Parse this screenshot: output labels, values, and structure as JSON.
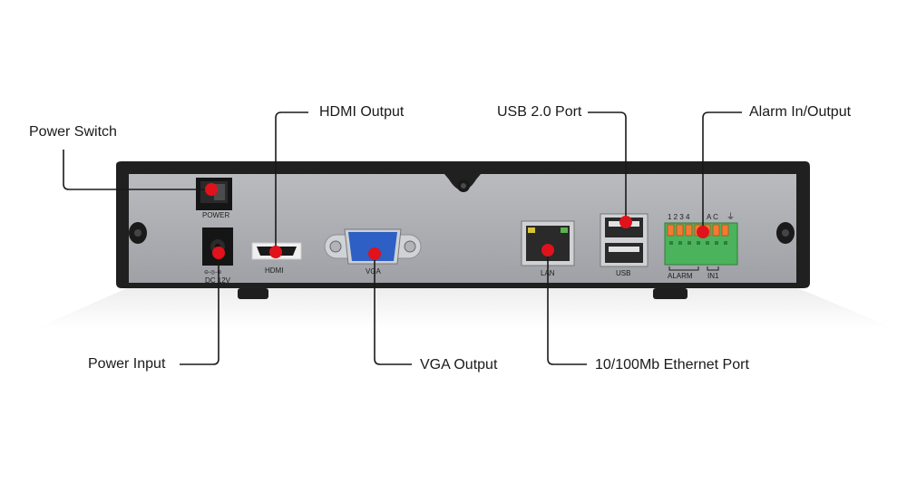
{
  "callouts": {
    "power_switch": "Power Switch",
    "hdmi_output": "HDMI Output",
    "usb_port": "USB 2.0 Port",
    "alarm": "Alarm In/Output",
    "power_input": "Power Input",
    "vga_output": "VGA Output",
    "ethernet": "10/100Mb Ethernet Port"
  },
  "panel": {
    "power": "POWER",
    "dc": "DC 12V",
    "hdmi": "HDMI",
    "vga": "VGA",
    "lan": "LAN",
    "usb": "USB",
    "alarm_numbers": "1 2 3 4",
    "alarm_extra": "A  C",
    "alarm_ground": "⏚",
    "alarm_label": "ALARM",
    "alarm_in": "IN1"
  },
  "colors": {
    "dot": "#e0121b",
    "case": "#202020",
    "panel": "#a9abb0",
    "terminal_green": "#4bb35b",
    "terminal_orange": "#f47a34",
    "vga_blue": "#2d5fc4"
  }
}
